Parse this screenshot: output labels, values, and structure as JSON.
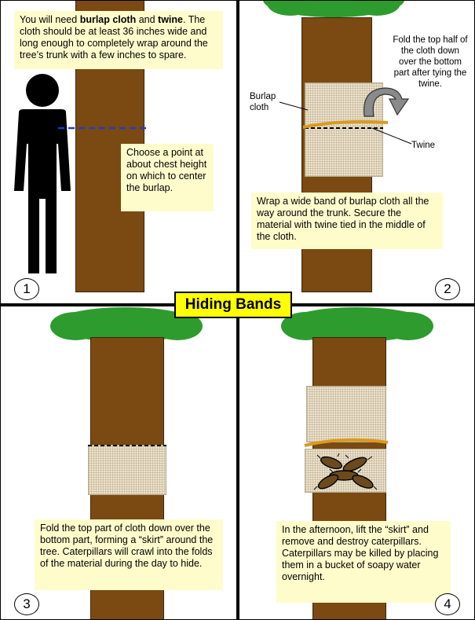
{
  "title": "Hiding Bands",
  "panel1": {
    "number": "1",
    "intro_lead": "You will need ",
    "intro_burlap": "burlap cloth",
    "intro_and": " and ",
    "intro_twine": "twine",
    "intro_rest": ".  The cloth should be at least 36 inches wide and long enough to completely wrap around the tree’s trunk with a few inches to spare.",
    "chest_text": "Choose a point at about chest height on which to center the burlap."
  },
  "panel2": {
    "number": "2",
    "fold_note": "Fold the top half of the cloth down over the bottom part after tying the twine.",
    "burlap_label": "Burlap cloth",
    "twine_label": "Twine",
    "wrap_text": "Wrap a wide band of burlap cloth all the way around the trunk.  Secure the material with twine tied in the middle of the cloth."
  },
  "panel3": {
    "number": "3",
    "text": "Fold the top part of cloth down over the bottom part, forming a “skirt” around the tree. Caterpillars will crawl into the folds of the material during the day to hide."
  },
  "panel4": {
    "number": "4",
    "text": "In the afternoon, lift the “skirt” and remove and destroy caterpillars.  Caterpillars may be killed by placing them in a bucket of soapy water overnight."
  },
  "colors": {
    "trunk": "#7a4a12",
    "foliage": "#2e9b2e",
    "burlap": "#ece3cd",
    "twine": "#d99a1e",
    "note_background": "#fffccc",
    "title_background": "#ffff00",
    "chest_line": "#1f3fbf"
  },
  "icons": [
    "person-silhouette-icon",
    "curved-fold-arrow-icon",
    "caterpillar-cluster-icon"
  ]
}
